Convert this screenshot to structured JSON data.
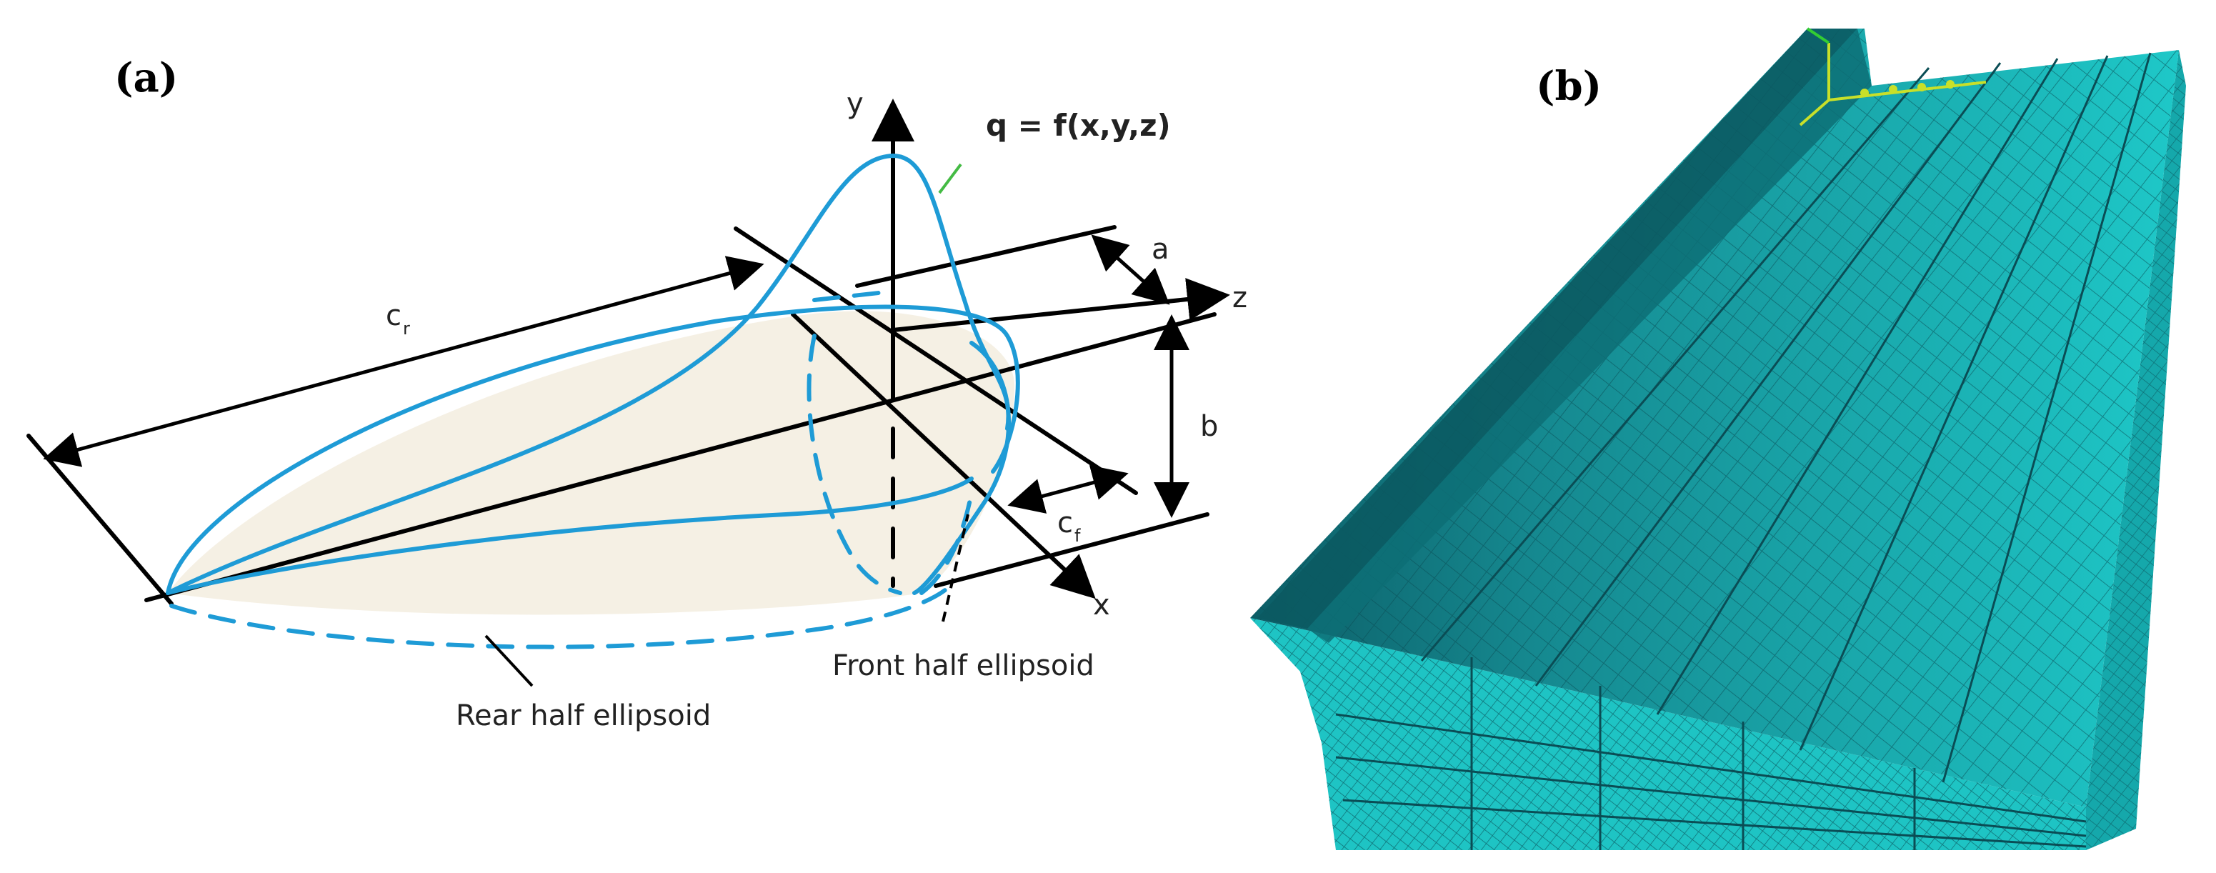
{
  "panel_a": {
    "label": "(a)",
    "axis_y": "y",
    "axis_z": "z",
    "axis_x": "x",
    "formula": "q = f(x,y,z)",
    "dim_a": "a",
    "dim_b": "b",
    "dim_cr": "cᵣ",
    "dim_cf": "c_f",
    "dim_cf_main": "c",
    "dim_cf_sub": "f",
    "dim_cr_main": "c",
    "dim_cr_sub": "r",
    "rear_label": "Rear half ellipsoid",
    "front_label": "Front half ellipsoid"
  },
  "panel_b": {
    "label": "(b)"
  },
  "colors": {
    "curve": "#1e9bd6",
    "mesh_fill": "#1ec4c4",
    "mesh_line": "#0a4d55",
    "ellipsoid_fill": "#f4efe3"
  }
}
